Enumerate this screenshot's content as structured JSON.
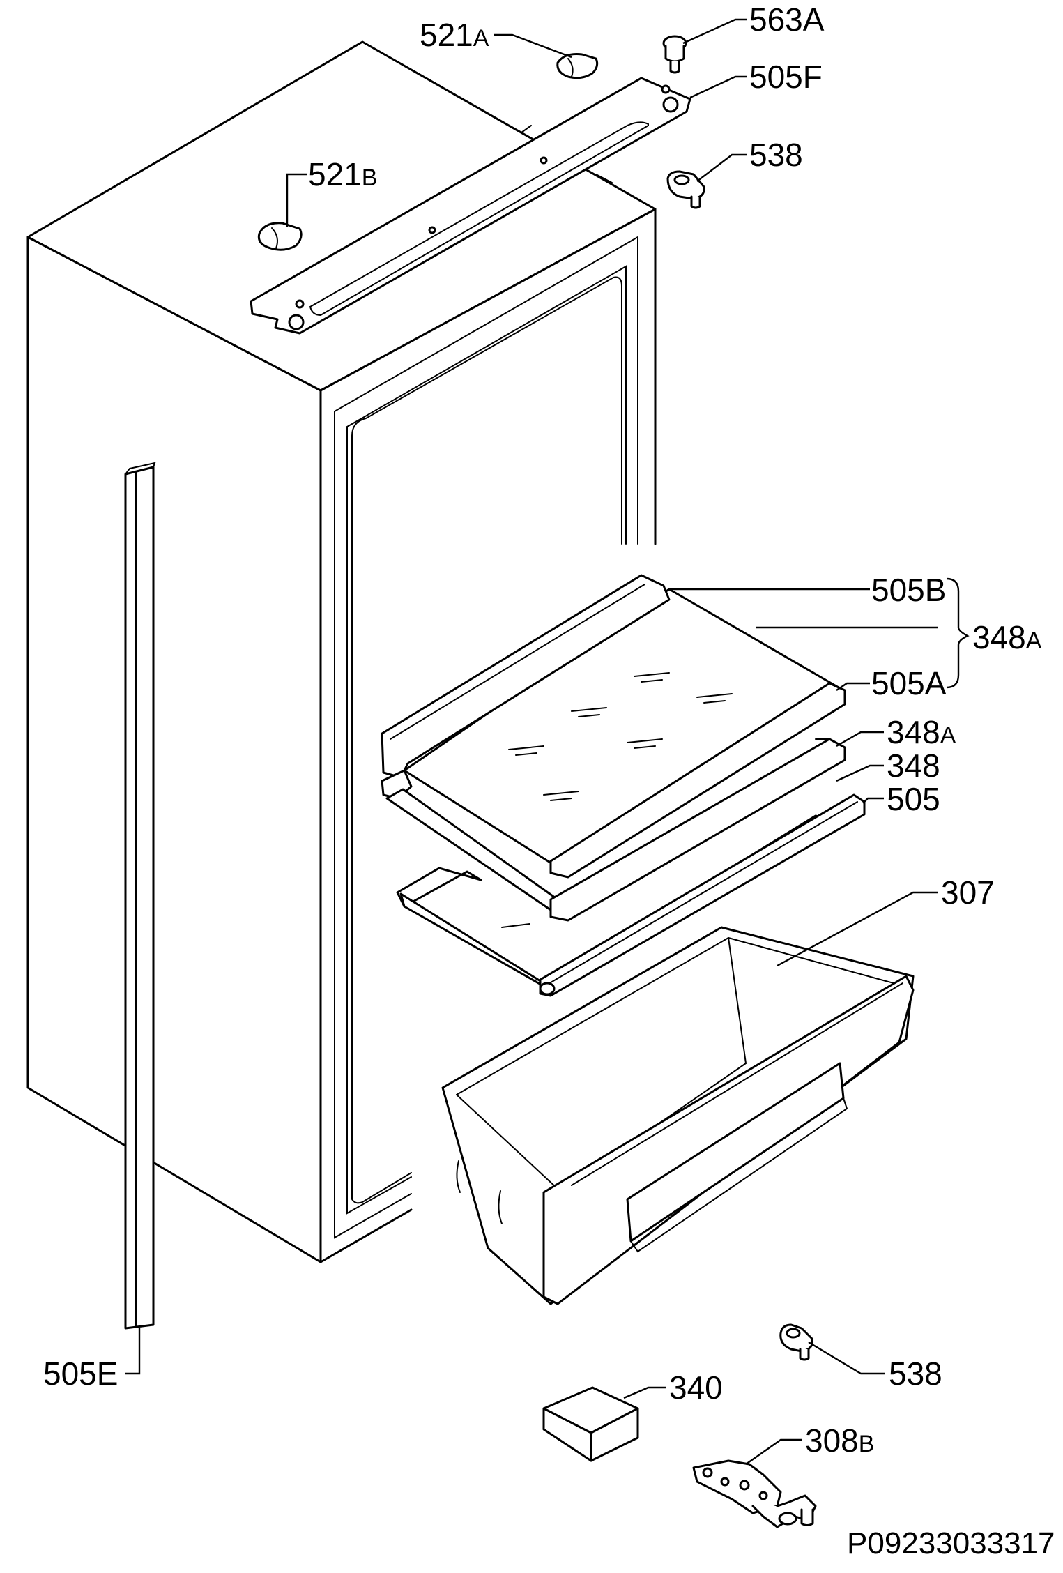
{
  "labels": {
    "p521a": {
      "main": "521",
      "suffix": "A"
    },
    "p563a": {
      "main": "563",
      "suffix": "A"
    },
    "p505f": {
      "main": "505",
      "suffix": "F"
    },
    "p538_top": {
      "main": "538",
      "suffix": ""
    },
    "p521b": {
      "main": "521",
      "suffix": "B"
    },
    "p505b": {
      "main": "505B",
      "suffix": ""
    },
    "p348a_group": {
      "main": "348",
      "suffix": "A"
    },
    "p505a": {
      "main": "505A",
      "suffix": ""
    },
    "p348a": {
      "main": "348",
      "suffix": "A"
    },
    "p348": {
      "main": "348",
      "suffix": ""
    },
    "p505": {
      "main": "505",
      "suffix": ""
    },
    "p307": {
      "main": "307",
      "suffix": ""
    },
    "p505e": {
      "main": "505E",
      "suffix": ""
    },
    "p538_bottom": {
      "main": "538",
      "suffix": ""
    },
    "p340": {
      "main": "340",
      "suffix": ""
    },
    "p308b": {
      "main": "308",
      "suffix": "B"
    }
  },
  "drawing_code": "P09233033317"
}
